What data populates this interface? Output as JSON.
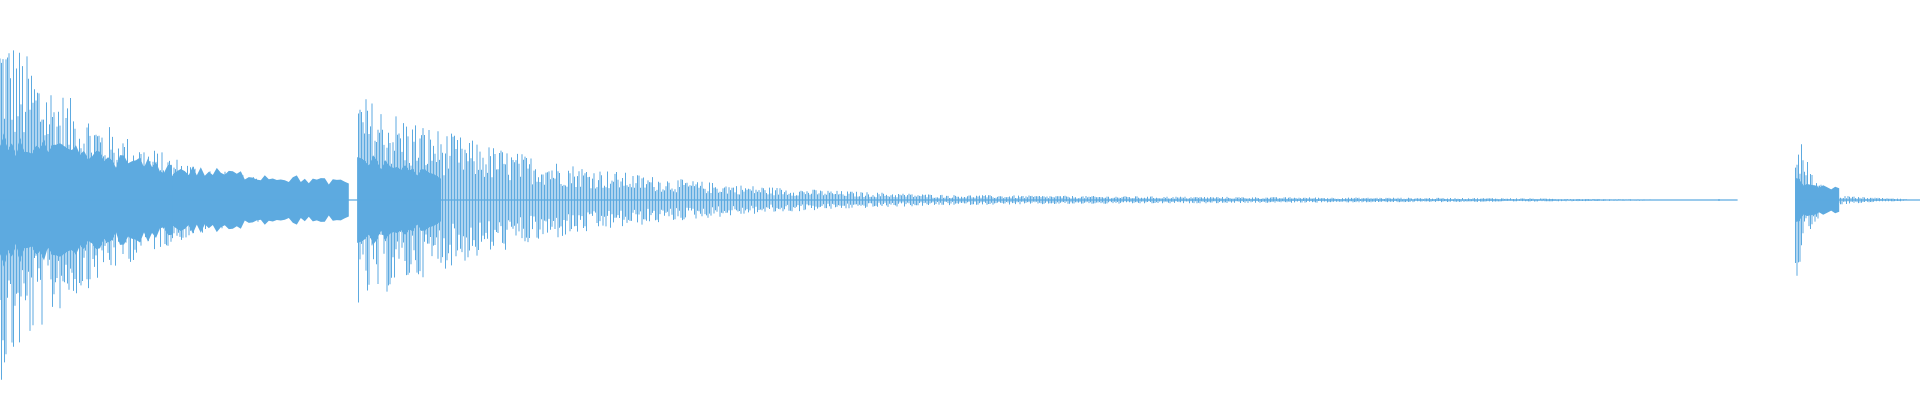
{
  "waveform": {
    "color": "#5DAAE0",
    "background": "#FFFFFF",
    "events": [
      {
        "name": "burst-1",
        "start": 0.0,
        "end": 0.183,
        "peak": 0.96,
        "decay": 0.9,
        "sustain": 0.17,
        "tail_end": 0.183
      },
      {
        "name": "burst-2",
        "start": 0.186,
        "end": 0.905,
        "peak": 0.57,
        "decay": 2.2,
        "sustain": 0.08,
        "tail_end": 0.905
      },
      {
        "name": "burst-3",
        "start": 0.935,
        "end": 1.0,
        "peak": 0.46,
        "decay": 2.6,
        "sustain": 0.06,
        "tail_end": 1.0
      }
    ],
    "dense_core": [
      {
        "start": 0.0,
        "end": 0.09,
        "level": 0.3
      },
      {
        "start": 0.09,
        "end": 0.183,
        "level": 0.16
      },
      {
        "start": 0.186,
        "end": 0.23,
        "level": 0.22
      },
      {
        "start": 0.935,
        "end": 0.96,
        "level": 0.1
      }
    ],
    "silence_gap": [
      0.905,
      0.935
    ]
  }
}
